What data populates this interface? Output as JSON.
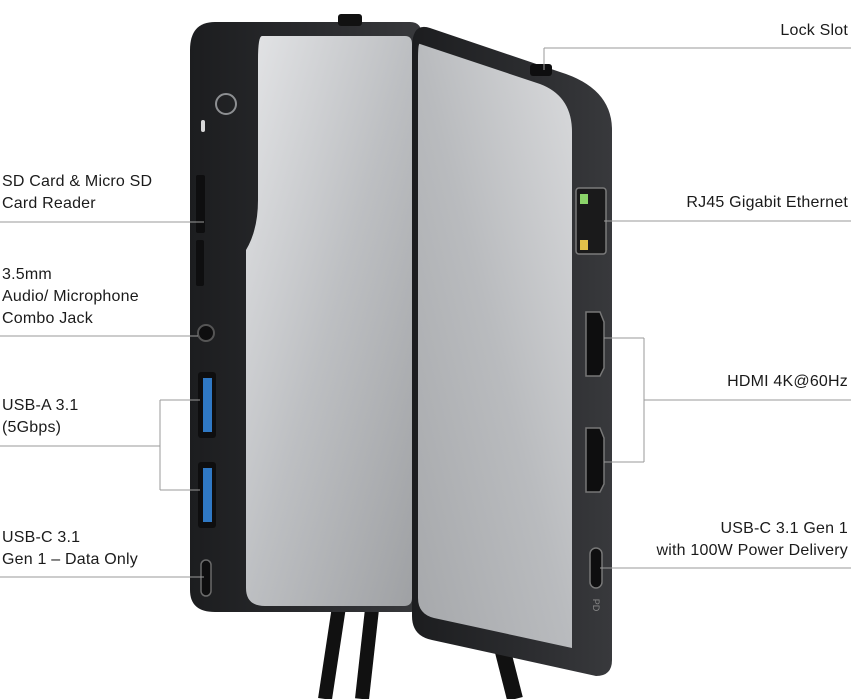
{
  "callouts": {
    "left": [
      {
        "id": "sd",
        "lines": [
          "SD Card & Micro SD",
          "Card Reader"
        ]
      },
      {
        "id": "audio",
        "lines": [
          "3.5mm",
          "Audio/ Microphone",
          "Combo Jack"
        ]
      },
      {
        "id": "usba",
        "lines": [
          "USB-A 3.1",
          "(5Gbps)"
        ]
      },
      {
        "id": "usbc",
        "lines": [
          "USB-C 3.1",
          "Gen 1 – Data Only"
        ]
      }
    ],
    "right": [
      {
        "id": "lock",
        "lines": [
          "Lock Slot"
        ]
      },
      {
        "id": "rj45",
        "lines": [
          "RJ45 Gigabit Ethernet"
        ]
      },
      {
        "id": "hdmi",
        "lines": [
          "HDMI 4K@60Hz"
        ]
      },
      {
        "id": "usbcpd",
        "lines": [
          "USB-C 3.1 Gen 1",
          "with 100W Power Delivery"
        ]
      }
    ]
  },
  "device": {
    "pd_marking": "PD",
    "colors": {
      "body_dark": "#2a2b2d",
      "panel_silver": "#c4c6c9",
      "usb_blue": "#2f78c4",
      "leader_line": "#9a9a9a"
    }
  }
}
